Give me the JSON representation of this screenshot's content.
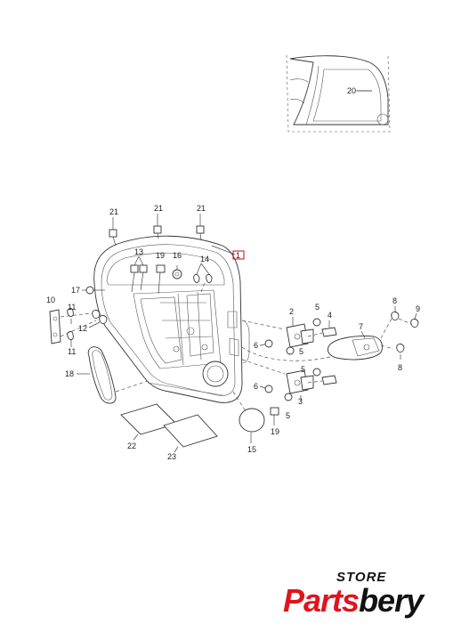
{
  "diagram": {
    "callouts": {
      "c1": "1",
      "c2": "2",
      "c3": "3",
      "c4": "4",
      "c5a": "5",
      "c5b": "5",
      "c5c": "5",
      "c5d": "5",
      "c6a": "6",
      "c6b": "6",
      "c7": "7",
      "c8a": "8",
      "c8b": "8",
      "c9": "9",
      "c10": "10",
      "c11a": "11",
      "c11b": "11",
      "c12": "12",
      "c13": "13",
      "c14": "14",
      "c15": "15",
      "c16": "16",
      "c17": "17",
      "c18": "18",
      "c19a": "19",
      "c19b": "19",
      "c20": "20",
      "c21a": "21",
      "c21b": "21",
      "c21c": "21",
      "c22": "22",
      "c23": "23"
    },
    "highlight_color": "#d0021b"
  },
  "logo": {
    "store": "STORE",
    "brand_red": "Parts",
    "brand_dark": "bery",
    "brand_color": "#e0141e"
  }
}
